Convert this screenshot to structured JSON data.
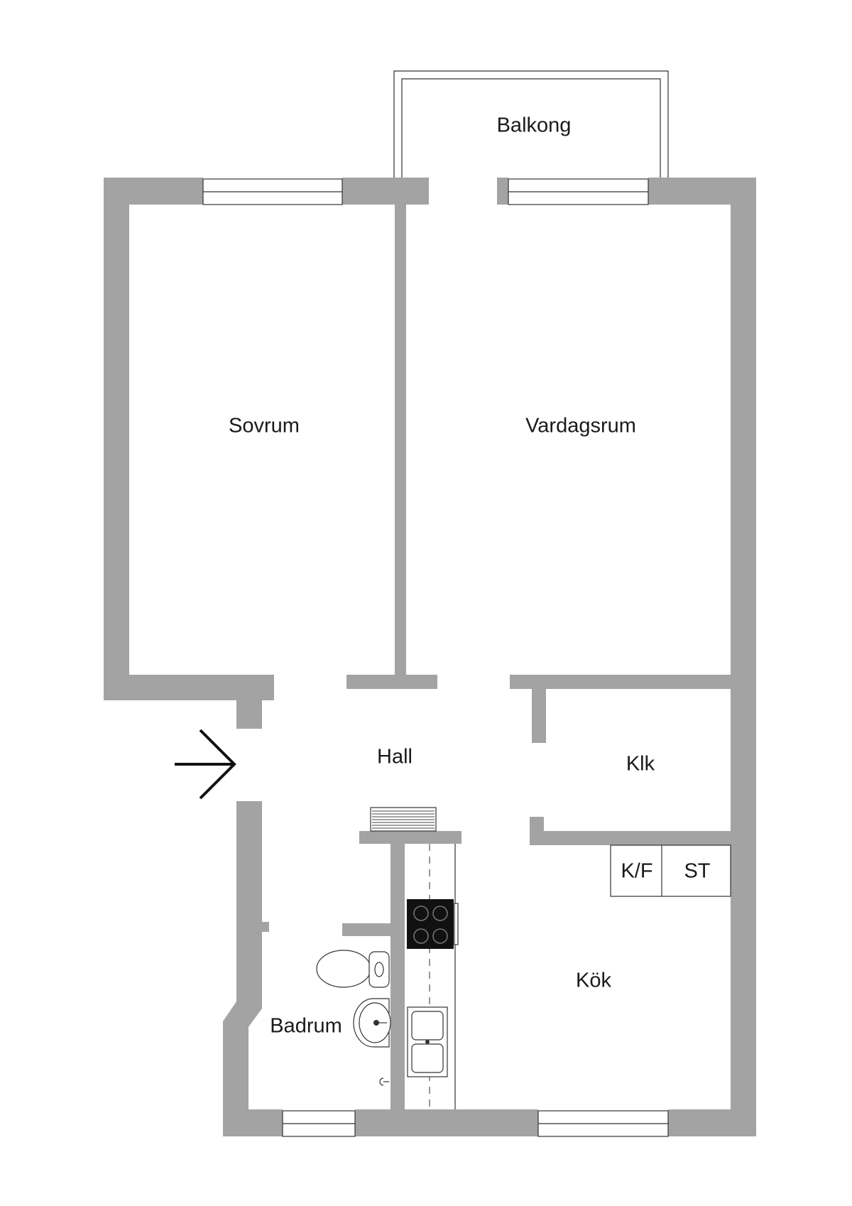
{
  "rooms": {
    "balcony": "Balkong",
    "bedroom": "Sovrum",
    "living": "Vardagsrum",
    "hall": "Hall",
    "closet": "Klk",
    "bathroom": "Badrum",
    "kitchen": "Kök"
  },
  "appliances": {
    "fridge_freezer": "K/F",
    "storage": "ST"
  },
  "colors": {
    "wall": "#a3a3a3",
    "line": "#333333",
    "background": "#ffffff"
  }
}
